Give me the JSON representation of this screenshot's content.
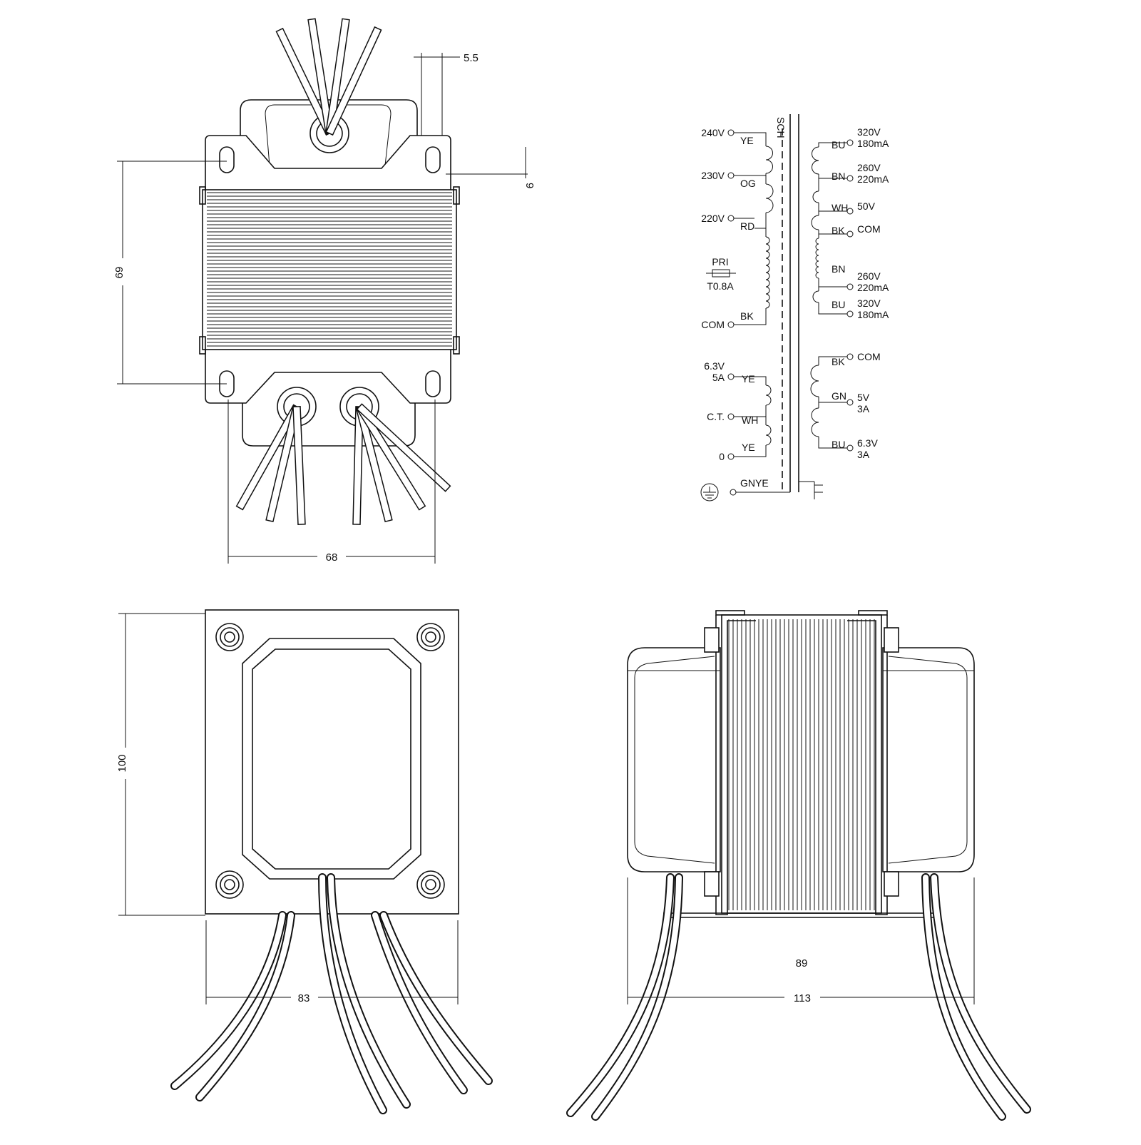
{
  "dimensions": {
    "top_offset": "5.5",
    "slot_offset": "9",
    "mount_height": "69",
    "mount_width": "68",
    "base_height": "100",
    "base_width": "83",
    "core_width": "89",
    "overall_width": "113"
  },
  "schematic": {
    "shield": "SCH",
    "primary": [
      {
        "terminal": "240V",
        "wire": "YE"
      },
      {
        "terminal": "230V",
        "wire": "OG"
      },
      {
        "terminal": "220V",
        "wire": "RD"
      },
      {
        "terminal": "COM",
        "wire": "BK"
      }
    ],
    "fuse": {
      "label": "PRI",
      "rating": "T0.8A"
    },
    "secondary_ht": [
      {
        "wire": "BU",
        "line1": "320V",
        "line2": "180mA"
      },
      {
        "wire": "BN",
        "line1": "260V",
        "line2": "220mA"
      },
      {
        "wire": "WH",
        "line1": "50V",
        "line2": ""
      },
      {
        "wire": "BK",
        "line1": "COM",
        "line2": ""
      },
      {
        "wire": "BN",
        "line1": "260V",
        "line2": "220mA"
      },
      {
        "wire": "BU",
        "line1": "320V",
        "line2": "180mA"
      }
    ],
    "heater_left": [
      {
        "line1": "6.3V",
        "line2": "5A",
        "wire": "YE"
      },
      {
        "line1": "C.T.",
        "line2": "",
        "wire": "WH"
      },
      {
        "line1": "0",
        "line2": "",
        "wire": "YE"
      }
    ],
    "heater_right": [
      {
        "wire": "BK",
        "line1": "COM",
        "line2": ""
      },
      {
        "wire": "GN",
        "line1": "5V",
        "line2": "3A"
      },
      {
        "wire": "BU",
        "line1": "6.3V",
        "line2": "3A"
      }
    ],
    "ground": {
      "wire": "GNYE"
    }
  }
}
